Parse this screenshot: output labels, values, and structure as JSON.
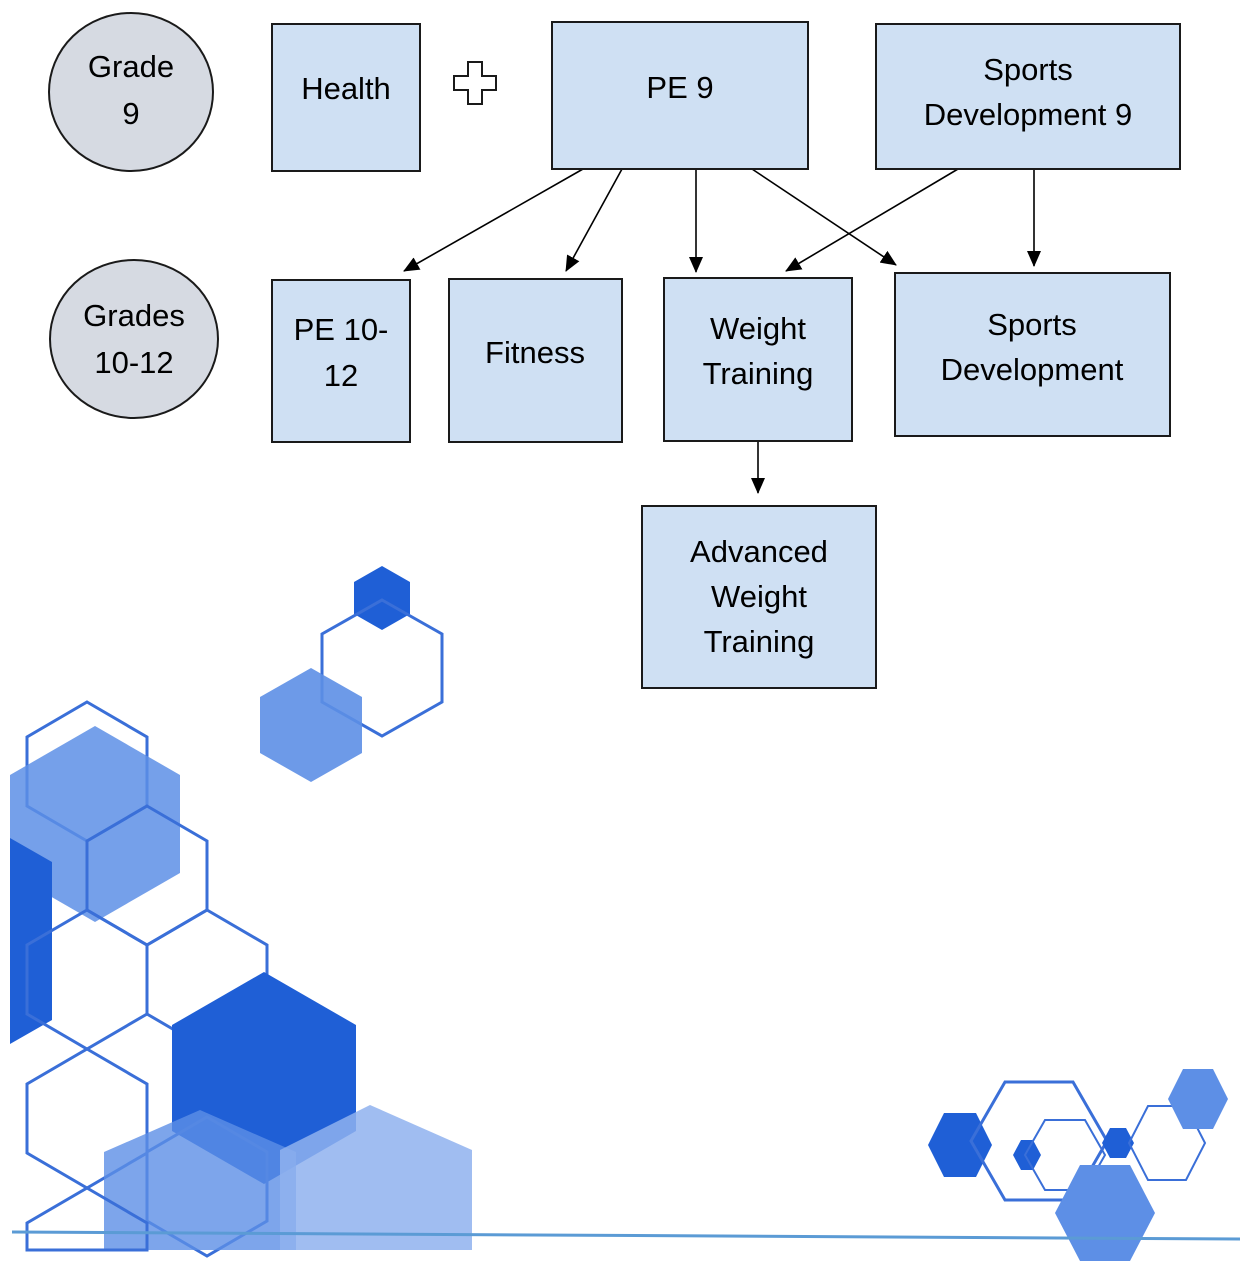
{
  "colors": {
    "box_fill": "#cfe0f3",
    "box_stroke": "#1a1a1a",
    "circle_fill": "#d6dae2",
    "arrow": "#000000",
    "hex_dark": "#1f5fd6",
    "hex_mid": "#5d8fe6",
    "hex_light": "#8fb2ef",
    "hex_outline": "#3a6fd8",
    "footer_line": "#5b9bd5"
  },
  "grades": {
    "grade9": {
      "line1": "Grade",
      "line2": "9"
    },
    "grades10_12": {
      "line1": "Grades",
      "line2": "10-12"
    }
  },
  "courses": {
    "health": "Health",
    "plus_icon": "plus-icon",
    "pe9": "PE 9",
    "sports_dev9": {
      "line1": "Sports",
      "line2": "Development 9"
    },
    "pe10_12": {
      "line1": "PE 10-",
      "line2": "12"
    },
    "fitness": "Fitness",
    "weight_training": {
      "line1": "Weight",
      "line2": "Training"
    },
    "sports_development": {
      "line1": "Sports",
      "line2": "Development"
    },
    "advanced_weight_training": {
      "line1": "Advanced",
      "line2": "Weight",
      "line3": "Training"
    }
  },
  "decoration": {
    "hexagons": "hexagon-pattern-icon"
  }
}
